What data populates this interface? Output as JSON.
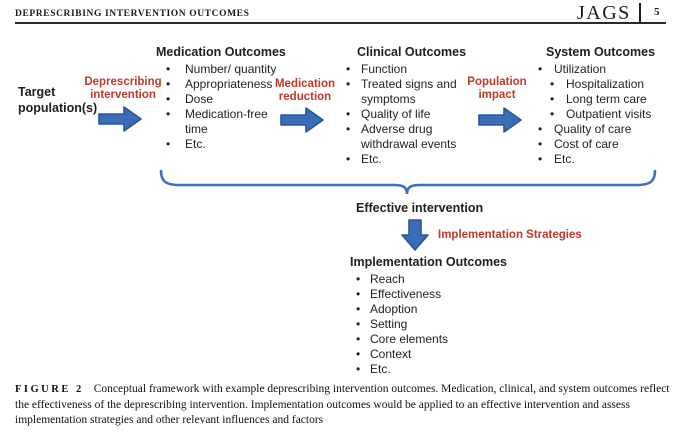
{
  "page": {
    "running_head": "DEPRESCRIBING INTERVENTION OUTCOMES",
    "journal": "JAGS",
    "page_number": "5"
  },
  "figure": {
    "target_label": "Target population(s)",
    "flow_labels": {
      "deprescribing": "Deprescribing intervention",
      "medication_reduction": "Medication reduction",
      "population_impact": "Population impact",
      "implementation_strategies": "Implementation Strategies"
    },
    "effective_label": "Effective intervention",
    "columns": [
      {
        "title": "Medication Outcomes",
        "items": [
          {
            "text": "Number/ quantity",
            "level": 0
          },
          {
            "text": "Appropriateness",
            "level": 0
          },
          {
            "text": "Dose",
            "level": 0
          },
          {
            "text": "Medication-free time",
            "level": 0
          },
          {
            "text": "Etc.",
            "level": 0
          }
        ]
      },
      {
        "title": "Clinical Outcomes",
        "items": [
          {
            "text": "Function",
            "level": 0
          },
          {
            "text": "Treated signs and symptoms",
            "level": 0
          },
          {
            "text": "Quality of life",
            "level": 0
          },
          {
            "text": "Adverse drug withdrawal events",
            "level": 0
          },
          {
            "text": "Etc.",
            "level": 0
          }
        ]
      },
      {
        "title": "System Outcomes",
        "items": [
          {
            "text": "Utilization",
            "level": 0
          },
          {
            "text": "Hospitalization",
            "level": 1
          },
          {
            "text": "Long term care",
            "level": 1
          },
          {
            "text": "Outpatient visits",
            "level": 1
          },
          {
            "text": "Quality of care",
            "level": 0
          },
          {
            "text": "Cost of care",
            "level": 0
          },
          {
            "text": "Etc.",
            "level": 0
          }
        ]
      }
    ],
    "implementation": {
      "title": "Implementation Outcomes",
      "items": [
        {
          "text": "Reach",
          "level": 0
        },
        {
          "text": "Effectiveness",
          "level": 0
        },
        {
          "text": "Adoption",
          "level": 0
        },
        {
          "text": "Setting",
          "level": 0
        },
        {
          "text": "Core elements",
          "level": 0
        },
        {
          "text": "Context",
          "level": 0
        },
        {
          "text": "Etc.",
          "level": 0
        }
      ]
    }
  },
  "caption": {
    "label": "FIGURE 2",
    "text": "Conceptual framework with example deprescribing intervention outcomes. Medication, clinical, and system outcomes reflect the effectiveness of the deprescribing intervention. Implementation outcomes would be applied to an effective intervention and assess implementation strategies and other relevant influences and factors"
  },
  "colors": {
    "arrow_fill": "#3a6db6",
    "arrow_stroke": "#2a5699",
    "brace": "#3f6fbe",
    "accent_red": "#c0392b"
  }
}
